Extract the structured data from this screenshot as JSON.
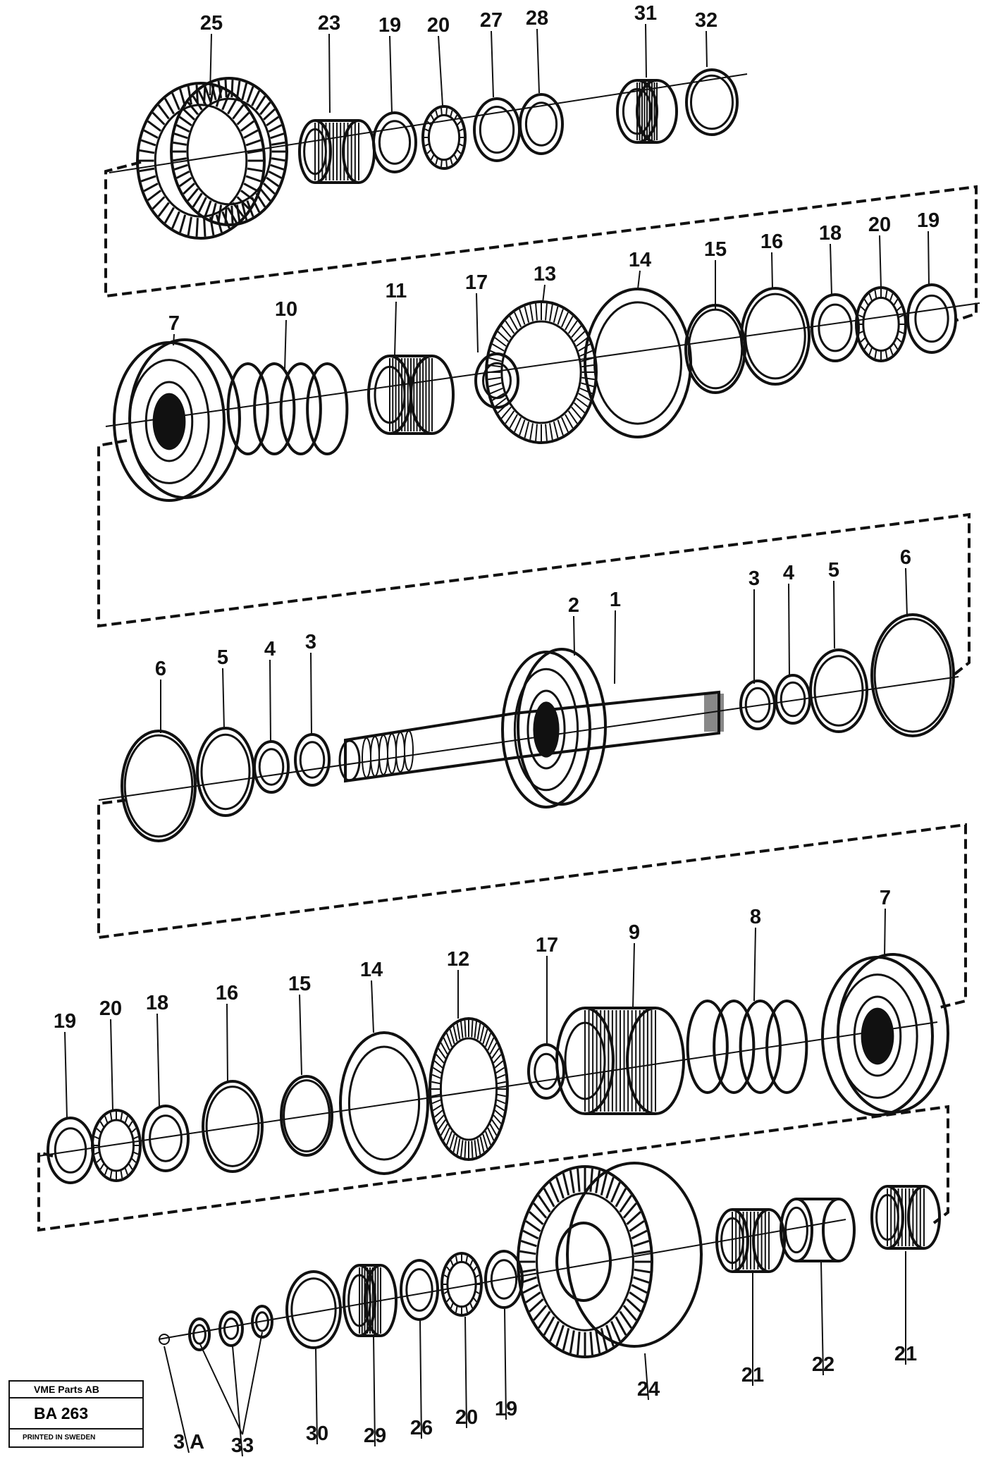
{
  "diagram": {
    "labels": [
      "25",
      "23",
      "19",
      "20",
      "27",
      "28",
      "31",
      "32",
      "7",
      "10",
      "11",
      "17",
      "13",
      "14",
      "15",
      "16",
      "18",
      "20",
      "19",
      "6",
      "5",
      "4",
      "3",
      "2",
      "1",
      "3",
      "4",
      "5",
      "6",
      "19",
      "20",
      "18",
      "16",
      "15",
      "14",
      "12",
      "17",
      "9",
      "8",
      "7",
      "3 A",
      "33",
      "30",
      "29",
      "26",
      "20",
      "19",
      "24",
      "21",
      "22",
      "21"
    ]
  },
  "title_block": {
    "company": "VME Parts AB",
    "code": "BA 263",
    "printed": "PRINTED IN SWEDEN"
  }
}
